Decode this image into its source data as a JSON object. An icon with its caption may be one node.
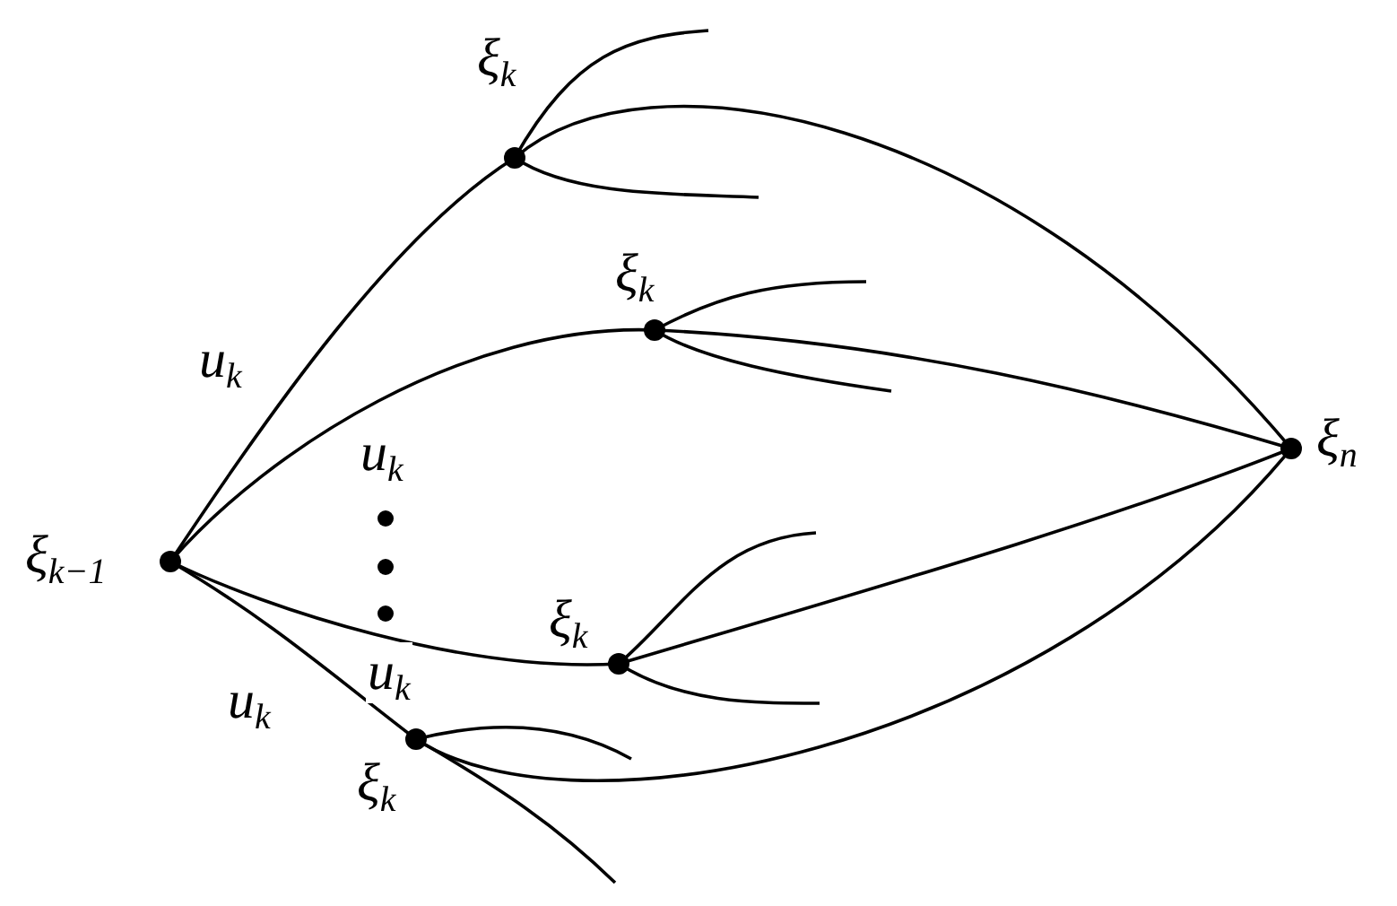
{
  "diagram": {
    "nodes": [
      {
        "text": [
          "ξ$_{k−1}$"
        ]
      },
      {
        "text": [
          "ξ$_{k}$"
        ]
      },
      {
        "text": [
          "ξ$_{k}$"
        ]
      },
      {
        "text": [
          "ξ$_{k}$"
        ]
      },
      {
        "text": [
          "ξ$_{k}$"
        ]
      },
      {
        "text": [
          "ξ$_{n}$"
        ]
      }
    ],
    "edges": [
      {
        "from": 0,
        "to": 1,
        "arrow": "none",
        "label": "u$_{k}$"
      },
      {
        "from": 0,
        "to": 2,
        "arrow": "none"
      },
      {
        "from": 0,
        "to": 3,
        "arrow": "none",
        "label": "u$_{k}$"
      },
      {
        "from": 0,
        "to": 4,
        "arrow": "none",
        "label": "u$_{k}$"
      },
      {
        "from": 1,
        "to": 5,
        "arrow": "none"
      },
      {
        "from": 2,
        "to": 5,
        "arrow": "none"
      },
      {
        "from": 3,
        "to": 5,
        "arrow": "none"
      },
      {
        "from": 4,
        "to": 5,
        "arrow": "none"
      },
      {
        "from": 1,
        "to": null,
        "arrow": "none"
      },
      {
        "from": 1,
        "to": null,
        "arrow": "none"
      },
      {
        "from": 2,
        "to": null,
        "arrow": "none"
      },
      {
        "from": 2,
        "to": null,
        "arrow": "none"
      },
      {
        "from": 3,
        "to": null,
        "arrow": "none"
      },
      {
        "from": 3,
        "to": null,
        "arrow": "none"
      },
      {
        "from": 4,
        "to": null,
        "arrow": "none"
      },
      {
        "from": 4,
        "to": null,
        "arrow": "none"
      }
    ],
    "labels": [
      "u$_{k}$"
    ]
  }
}
